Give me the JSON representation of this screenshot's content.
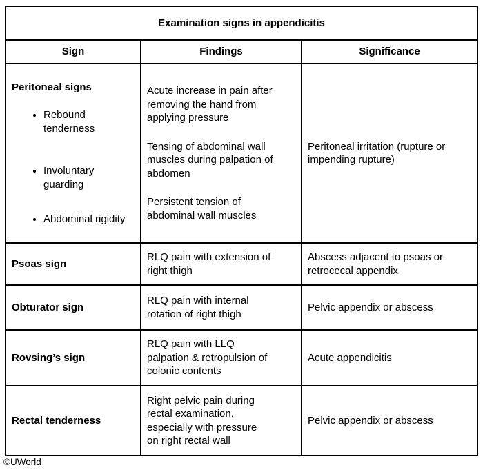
{
  "table": {
    "title": "Examination signs in appendicitis",
    "columns": [
      "Sign",
      "Findings",
      "Significance"
    ],
    "rows": [
      {
        "sign": "Peritoneal signs",
        "sign_bullets": [
          "Rebound\ntenderness",
          "Involuntary\nguarding",
          "Abdominal rigidity"
        ],
        "findings_paragraphs": [
          "Acute increase in pain after\nremoving the hand from\napplying pressure",
          "Tensing of abdominal wall\nmuscles during palpation of\nabdomen",
          "Persistent tension of\nabdominal wall muscles"
        ],
        "significance": "Peritoneal irritation (rupture or\nimpending rupture)"
      },
      {
        "sign": "Psoas sign",
        "findings": "RLQ pain with extension of\nright thigh",
        "significance": "Abscess adjacent to psoas or\nretrocecal appendix"
      },
      {
        "sign": "Obturator sign",
        "findings": "RLQ pain with internal\nrotation of right thigh",
        "significance": "Pelvic appendix or abscess"
      },
      {
        "sign": "Rovsing’s sign",
        "findings": "RLQ pain with LLQ\npalpation & retropulsion of\ncolonic contents",
        "significance": "Acute appendicitis"
      },
      {
        "sign": "Rectal tenderness",
        "findings": "Right pelvic pain during\nrectal examination,\nespecially with pressure\non right rectal wall",
        "significance": "Pelvic appendix or abscess"
      }
    ]
  },
  "footer": {
    "copyright": "©UWorld"
  }
}
